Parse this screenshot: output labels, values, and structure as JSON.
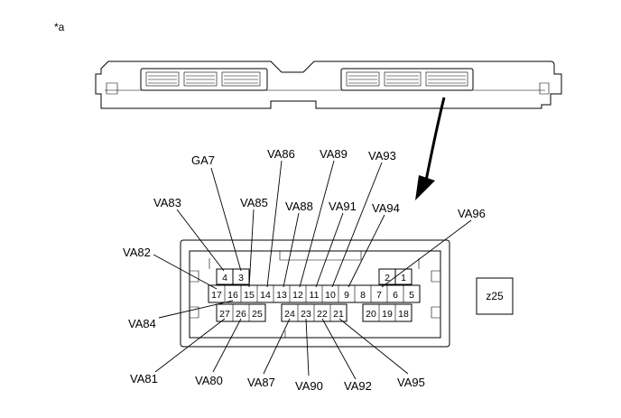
{
  "figure_marker": "*a",
  "view_code": "z25",
  "connector_pins": {
    "top_row": [
      "4",
      "3",
      "2",
      "1"
    ],
    "middle_row": [
      "17",
      "16",
      "15",
      "14",
      "13",
      "12",
      "11",
      "10",
      "9",
      "8",
      "7",
      "6",
      "5"
    ],
    "bottom_row": [
      "27",
      "26",
      "25",
      "24",
      "23",
      "22",
      "21",
      "20",
      "19",
      "18"
    ]
  },
  "wire_labels": [
    {
      "id": "GA7",
      "pin": "3"
    },
    {
      "id": "VA86",
      "pin": "14"
    },
    {
      "id": "VA89",
      "pin": "12"
    },
    {
      "id": "VA93",
      "pin": "10"
    },
    {
      "id": "VA83",
      "pin": "4"
    },
    {
      "id": "VA85",
      "pin": "15"
    },
    {
      "id": "VA88",
      "pin": "13"
    },
    {
      "id": "VA91",
      "pin": "11"
    },
    {
      "id": "VA94",
      "pin": "9"
    },
    {
      "id": "VA96",
      "pin": "7"
    },
    {
      "id": "VA82",
      "pin": "17"
    },
    {
      "id": "VA84",
      "pin": "16"
    },
    {
      "id": "VA81",
      "pin": "27"
    },
    {
      "id": "VA80",
      "pin": "26"
    },
    {
      "id": "VA87",
      "pin": "24"
    },
    {
      "id": "VA90",
      "pin": "23"
    },
    {
      "id": "VA92",
      "pin": "22"
    },
    {
      "id": "VA95",
      "pin": "21"
    }
  ]
}
